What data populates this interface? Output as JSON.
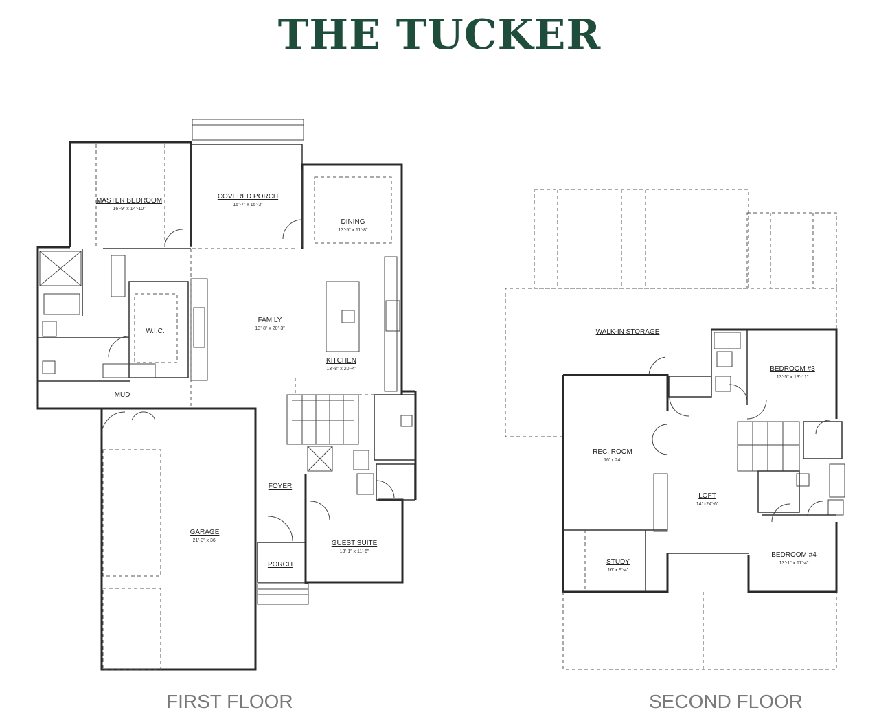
{
  "title": "THE TUCKER",
  "brand_color": "#1f4d3b",
  "floors": [
    {
      "label": "FIRST FLOOR",
      "rooms": [
        {
          "name": "MASTER BEDROOM",
          "dim": "16’-9” x 14’-10”"
        },
        {
          "name": "COVERED PORCH",
          "dim": "15’-7” x 15’-3”"
        },
        {
          "name": "DINING",
          "dim": "13’-5” x 11’-8”"
        },
        {
          "name": "W.I.C.",
          "dim": ""
        },
        {
          "name": "FAMILY",
          "dim": "13’-8” x 20’-3”"
        },
        {
          "name": "KITCHEN",
          "dim": "13’-8” x 20’-4”"
        },
        {
          "name": "MUD",
          "dim": ""
        },
        {
          "name": "FOYER",
          "dim": ""
        },
        {
          "name": "GARAGE",
          "dim": "21’-3” x 36’"
        },
        {
          "name": "GUEST SUITE",
          "dim": "13’-1” x 11’-6”"
        },
        {
          "name": "PORCH",
          "dim": ""
        }
      ]
    },
    {
      "label": "SECOND FLOOR",
      "rooms": [
        {
          "name": "WALK-IN STORAGE",
          "dim": ""
        },
        {
          "name": "BEDROOM #3",
          "dim": "13’-5” x 13’-11”"
        },
        {
          "name": "REC. ROOM",
          "dim": "16’ x 24’"
        },
        {
          "name": "LOFT",
          "dim": "14’ x24’-6”"
        },
        {
          "name": "STUDY",
          "dim": "16’ x 9’-4”"
        },
        {
          "name": "BEDROOM #4",
          "dim": "13’-1” x 11’-4”"
        }
      ]
    }
  ]
}
